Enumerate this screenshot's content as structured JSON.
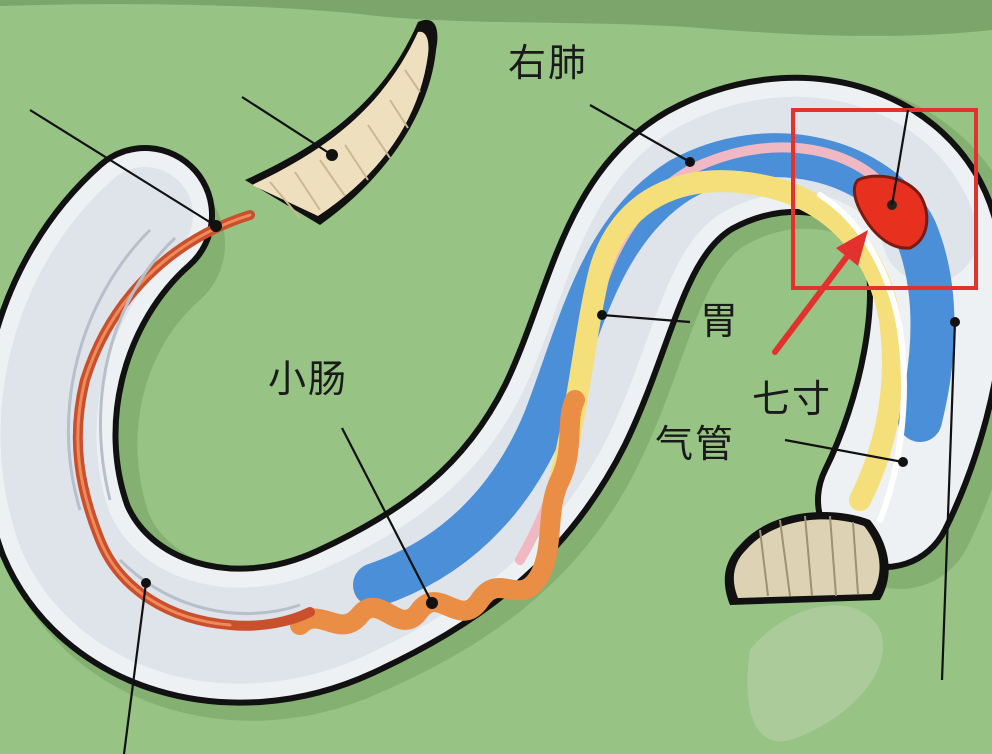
{
  "labels": {
    "right_lung": "右肺",
    "stomach": "胃",
    "small_intestine": "小肠",
    "qicun": "七寸",
    "trachea": "气管"
  },
  "colors": {
    "background": "#97c384",
    "ground": "#7ba56a",
    "body_fill": "#eef1f4",
    "outline": "#111111",
    "lung": "#4a8fd8",
    "stomach": "#f5df7a",
    "intestine": "#ea8d45",
    "vessel": "#c8502c",
    "heart": "#e8301f",
    "highlight_box": "#e3312d",
    "scales": "#eee0be"
  }
}
